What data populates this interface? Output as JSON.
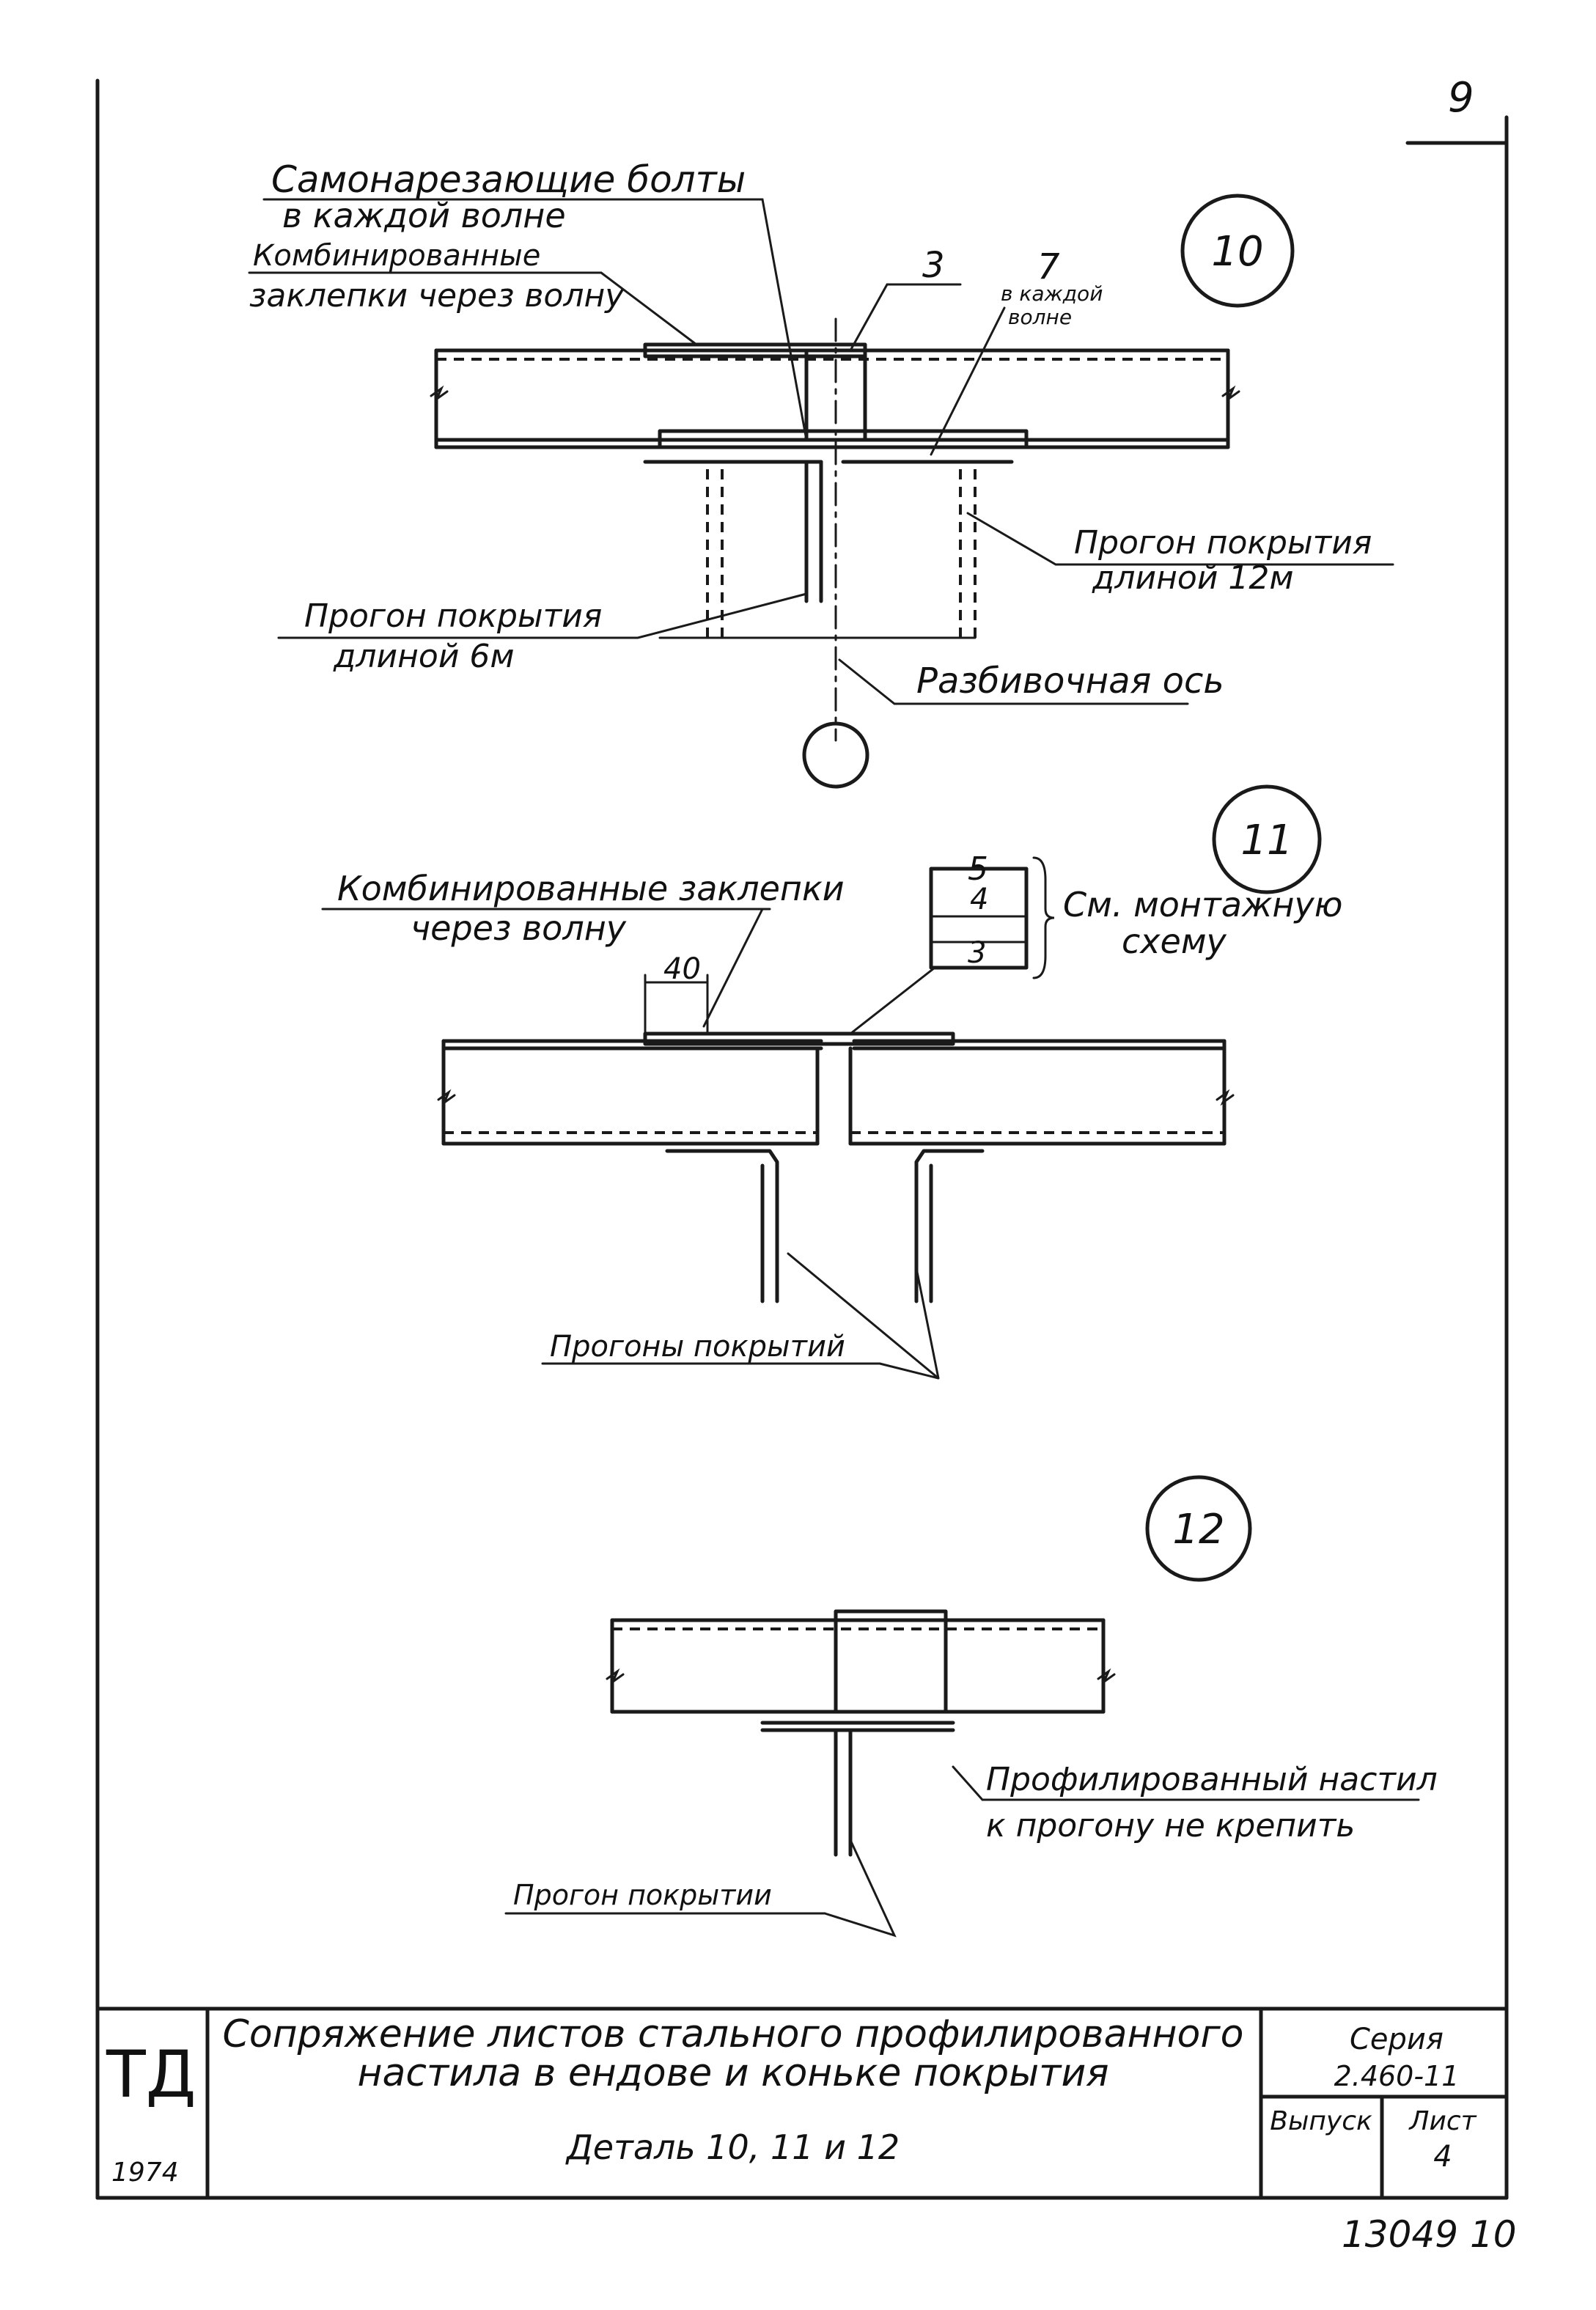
{
  "sheet": {
    "page_number": "9",
    "ink_color": "#1a1a1a",
    "paper_color": "#ffffff"
  },
  "detail_10": {
    "marker": "10",
    "label_bolts_1": "Самонарезающие болты",
    "label_bolts_2": "в каждой волне",
    "label_rivets_1": "Комбинированные",
    "label_rivets_2": "заклепки через волну",
    "pos_3": "3",
    "pos_7": "7",
    "note_each_wave_1": "в каждой",
    "note_each_wave_2": "волне",
    "purlin_12_1": "Прогон покрытия",
    "purlin_12_2": "длиной 12м",
    "purlin_6_1": "Прогон покрытия",
    "purlin_6_2": "длиной 6м",
    "axis_label": "Разбивочная ось"
  },
  "detail_11": {
    "marker": "11",
    "rivets_1": "Комбинированные заклепки",
    "rivets_2": "через волну",
    "dim_40": "40",
    "pos_5": "5",
    "pos_4": "4",
    "pos_3": "3",
    "see_1": "См. монтажную",
    "see_2": "схему",
    "purlins": "Прогоны покрытий"
  },
  "detail_12": {
    "marker": "12",
    "note_1": "Профилированный настил",
    "note_2": "к прогону не крепить",
    "purlin": "Прогон покрытии"
  },
  "title_block": {
    "logo": "ТД",
    "year": "1974",
    "title_1": "Сопряжение листов стального профилированного",
    "title_2": "настила в ендове и коньке покрытия",
    "subtitle": "Деталь 10, 11 и 12",
    "series_label": "Серия",
    "series_value": "2.460-11",
    "issue_label": "Выпуск",
    "sheet_label": "Лист",
    "sheet_value": "4"
  },
  "footer": {
    "stamp": "13049 10"
  }
}
